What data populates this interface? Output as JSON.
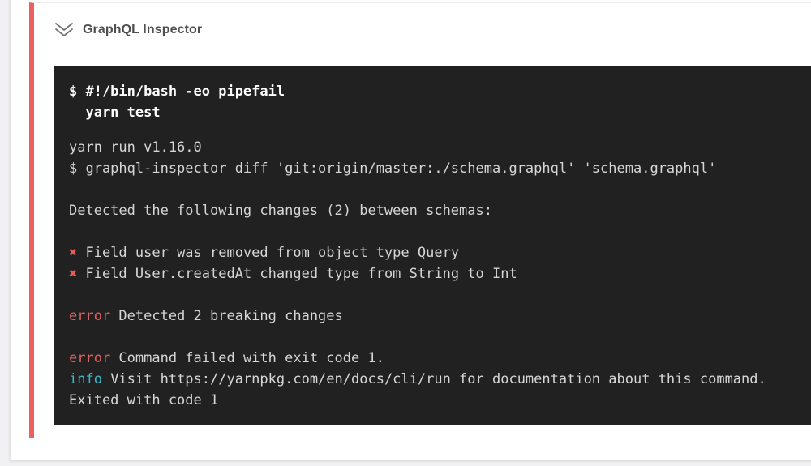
{
  "colors": {
    "page_background": "#f1f1f3",
    "card_background": "#ffffff",
    "failed_accent_red": "#ea6161",
    "terminal_background": "#212121",
    "terminal_text": "#d6d6d6",
    "command_text": "#ffffff",
    "error_red": "#df6060",
    "info_cyan": "#3cb8c8",
    "cross_red": "#e25c5c",
    "title_text": "#4f4f4f"
  },
  "step": {
    "title": "GraphQL Inspector",
    "status": "failed",
    "collapse_icon": "double-chevron-down-icon"
  },
  "terminal": {
    "command_lines": [
      "$ #!/bin/bash -eo pipefail",
      "  yarn test"
    ],
    "output_lines": [
      [
        {
          "text": "yarn run v1.16.0",
          "style": "plain"
        }
      ],
      [
        {
          "text": "$ graphql-inspector diff 'git:origin/master:./schema.graphql' 'schema.graphql'",
          "style": "plain"
        }
      ],
      [],
      [
        {
          "text": "Detected the following changes (2) between schemas:",
          "style": "plain"
        }
      ],
      [],
      [
        {
          "text": "✖",
          "style": "cross"
        },
        {
          "text": " Field user was removed from object type Query",
          "style": "plain"
        }
      ],
      [
        {
          "text": "✖",
          "style": "cross"
        },
        {
          "text": " Field User.createdAt changed type from String to Int",
          "style": "plain"
        }
      ],
      [],
      [
        {
          "text": "error",
          "style": "error"
        },
        {
          "text": " Detected 2 breaking changes",
          "style": "plain"
        }
      ],
      [],
      [
        {
          "text": "error",
          "style": "error"
        },
        {
          "text": " Command failed with exit code 1.",
          "style": "plain"
        }
      ],
      [
        {
          "text": "info",
          "style": "info"
        },
        {
          "text": " Visit https://yarnpkg.com/en/docs/cli/run for documentation about this command.",
          "style": "plain"
        }
      ],
      [
        {
          "text": "Exited with code 1",
          "style": "plain"
        }
      ]
    ]
  }
}
